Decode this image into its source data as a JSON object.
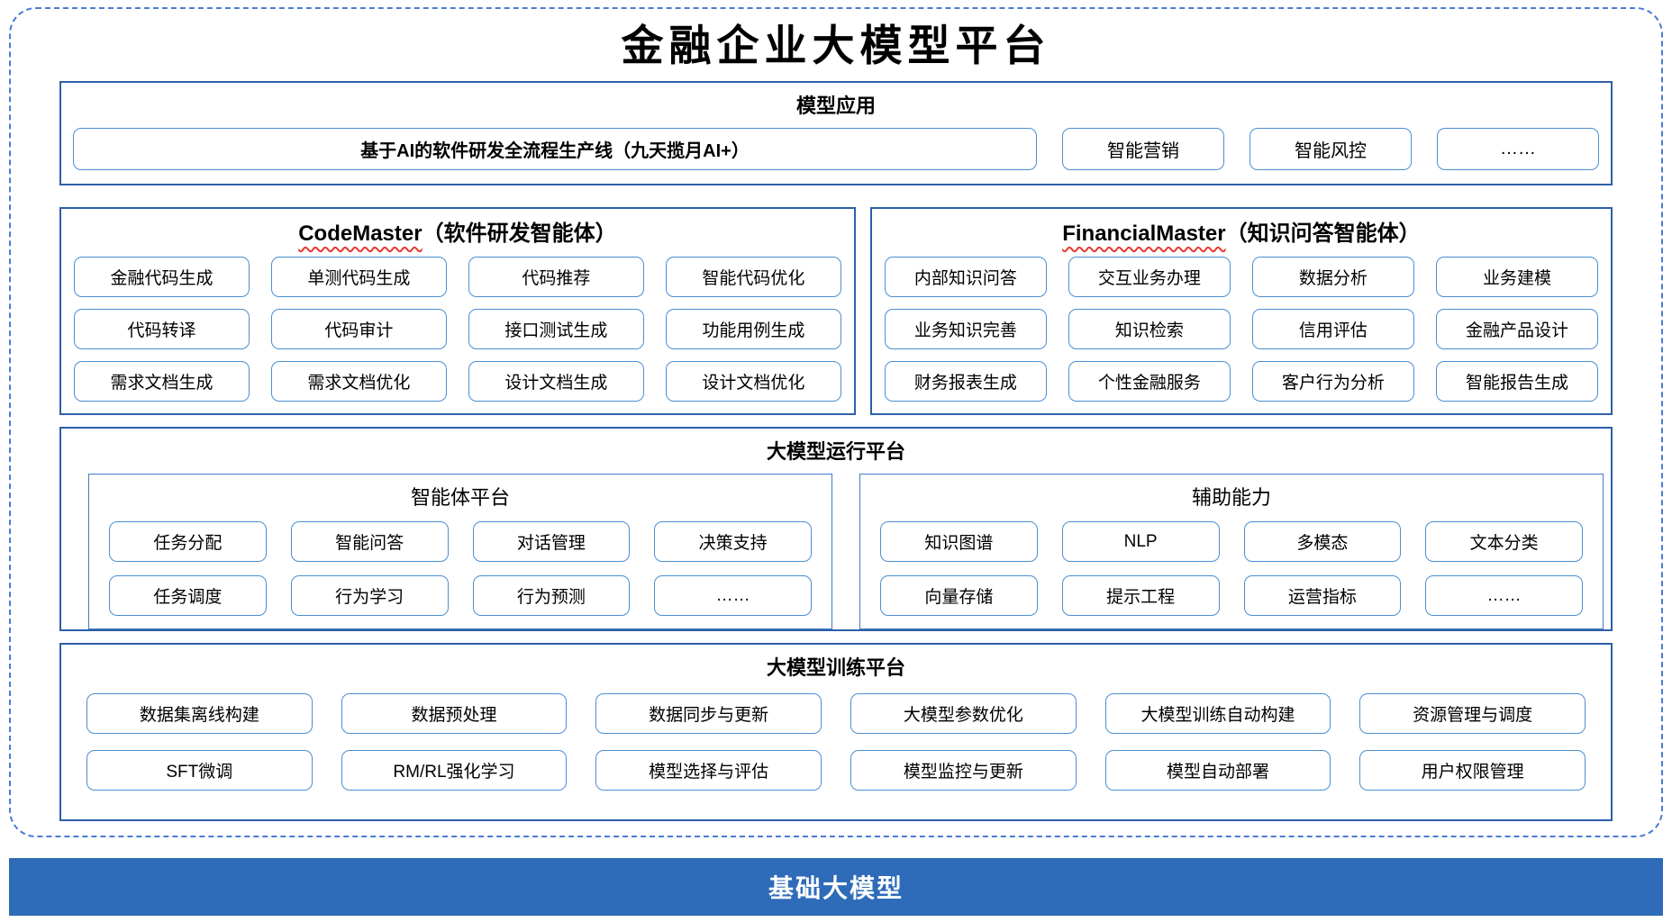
{
  "title": "金融企业大模型平台",
  "colors": {
    "outer_dashed_border": "#4a7bd4",
    "panel_border": "#2e5fa8",
    "box_border": "#4a8fd3",
    "foundation_bg": "#2e6bb8",
    "spellcheck_wavy": "#e8392e",
    "foundation_text": "#ffffff"
  },
  "applications": {
    "header": "模型应用",
    "main_item": "基于AI的软件研发全流程生产线（九天揽月AI+）",
    "items": [
      "智能营销",
      "智能风控",
      "……"
    ]
  },
  "agents": [
    {
      "name_en": "CodeMaster",
      "name_zh": "（软件研发智能体）",
      "items": [
        "金融代码生成",
        "单测代码生成",
        "代码推荐",
        "智能代码优化",
        "代码转译",
        "代码审计",
        "接口测试生成",
        "功能用例生成",
        "需求文档生成",
        "需求文档优化",
        "设计文档生成",
        "设计文档优化"
      ]
    },
    {
      "name_en": "FinancialMaster",
      "name_zh": "（知识问答智能体）",
      "items": [
        "内部知识问答",
        "交互业务办理",
        "数据分析",
        "业务建模",
        "业务知识完善",
        "知识检索",
        "信用评估",
        "金融产品设计",
        "财务报表生成",
        "个性金融服务",
        "客户行为分析",
        "智能报告生成"
      ]
    }
  ],
  "runtime": {
    "header": "大模型运行平台",
    "groups": [
      {
        "name": "智能体平台",
        "items": [
          "任务分配",
          "智能问答",
          "对话管理",
          "决策支持",
          "任务调度",
          "行为学习",
          "行为预测",
          "……"
        ]
      },
      {
        "name": "辅助能力",
        "items": [
          "知识图谱",
          "NLP",
          "多模态",
          "文本分类",
          "向量存储",
          "提示工程",
          "运营指标",
          "……"
        ]
      }
    ]
  },
  "training": {
    "header": "大模型训练平台",
    "items": [
      "数据集离线构建",
      "数据预处理",
      "数据同步与更新",
      "大模型参数优化",
      "大模型训练自动构建",
      "资源管理与调度",
      "SFT微调",
      "RM/RL强化学习",
      "模型选择与评估",
      "模型监控与更新",
      "模型自动部署",
      "用户权限管理"
    ]
  },
  "foundation": {
    "label": "基础大模型"
  }
}
